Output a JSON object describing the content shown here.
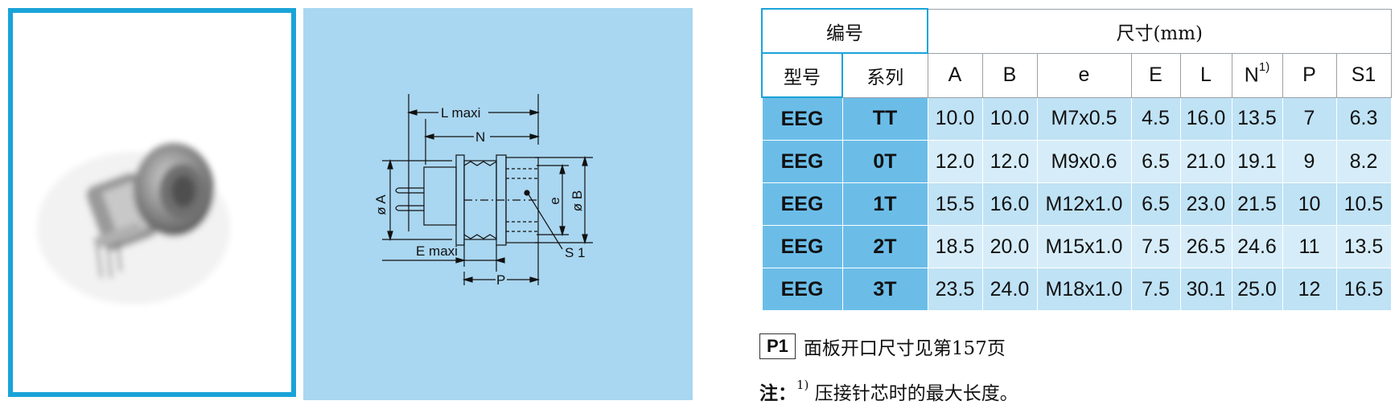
{
  "drawing": {
    "labels": {
      "l_maxi": "L maxi",
      "n": "N",
      "dia_a": "ø A",
      "e_small": "e",
      "dia_b": "ø B",
      "e_maxi": "E maxi",
      "s1": "S 1",
      "p": "P"
    }
  },
  "table": {
    "header": {
      "code": "编号",
      "dimensions": "尺寸(mm)",
      "model": "型号",
      "series": "系列",
      "columns": [
        "A",
        "B",
        "e",
        "E",
        "L",
        "N",
        "P",
        "S1"
      ],
      "n_superscript": "1)"
    },
    "rows": [
      {
        "model": "EEG",
        "series": "TT",
        "values": [
          "10.0",
          "10.0",
          "M7x0.5",
          "4.5",
          "16.0",
          "13.5",
          "7",
          "6.3"
        ]
      },
      {
        "model": "EEG",
        "series": "0T",
        "values": [
          "12.0",
          "12.0",
          "M9x0.6",
          "6.5",
          "21.0",
          "19.1",
          "9",
          "8.2"
        ]
      },
      {
        "model": "EEG",
        "series": "1T",
        "values": [
          "15.5",
          "16.0",
          "M12x1.0",
          "6.5",
          "23.0",
          "21.5",
          "10",
          "10.5"
        ]
      },
      {
        "model": "EEG",
        "series": "2T",
        "values": [
          "18.5",
          "20.0",
          "M15x1.0",
          "7.5",
          "26.5",
          "24.6",
          "11",
          "13.5"
        ]
      },
      {
        "model": "EEG",
        "series": "3T",
        "values": [
          "23.5",
          "24.0",
          "M18x1.0",
          "7.5",
          "30.1",
          "25.0",
          "12",
          "16.5"
        ]
      }
    ]
  },
  "notes": {
    "panel_badge": "P1",
    "panel_text": "面板开口尺寸见第157页",
    "footnote_label": "注：",
    "footnote_sup": "1)",
    "footnote_text": "压接针芯时的最大长度。"
  },
  "colors": {
    "frame_blue": "#1aa3d8",
    "drawing_bg": "#a9d6f0",
    "model_cell": "#6bbde8",
    "value_cell": "#bfe2f5"
  }
}
